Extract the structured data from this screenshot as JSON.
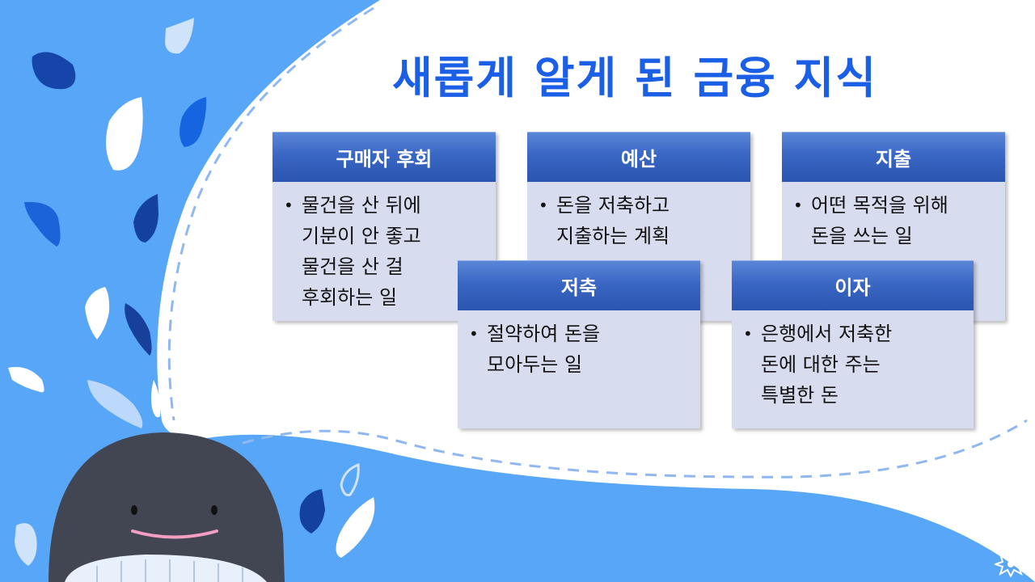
{
  "title": "새롭게 알게 된 금융 지식",
  "cards": [
    {
      "heading": "구매자 후회",
      "bullet": "물건을 산 뒤에\n기분이 안 좋고\n물건을 산 걸\n후회하는 일"
    },
    {
      "heading": "예산",
      "bullet": "돈을 저축하고\n지출하는 계획"
    },
    {
      "heading": "지출",
      "bullet": "어떤 목적을 위해\n돈을 쓰는 일"
    },
    {
      "heading": "저축",
      "bullet": "절약하여 돈을\n모아두는 일"
    },
    {
      "heading": "이자",
      "bullet": "은행에서 저축한\n돈에 대한 주는\n특별한 돈"
    }
  ],
  "colors": {
    "background": "#58a6f8",
    "title": "#1a5fe6",
    "card_header": "#3a67c4",
    "card_body": "#d8dcef",
    "whale": "#414652"
  },
  "decorations": {
    "mascot": "whale-illustration",
    "drops": "water-drop-icons",
    "logo": "brand-logo-icon"
  }
}
